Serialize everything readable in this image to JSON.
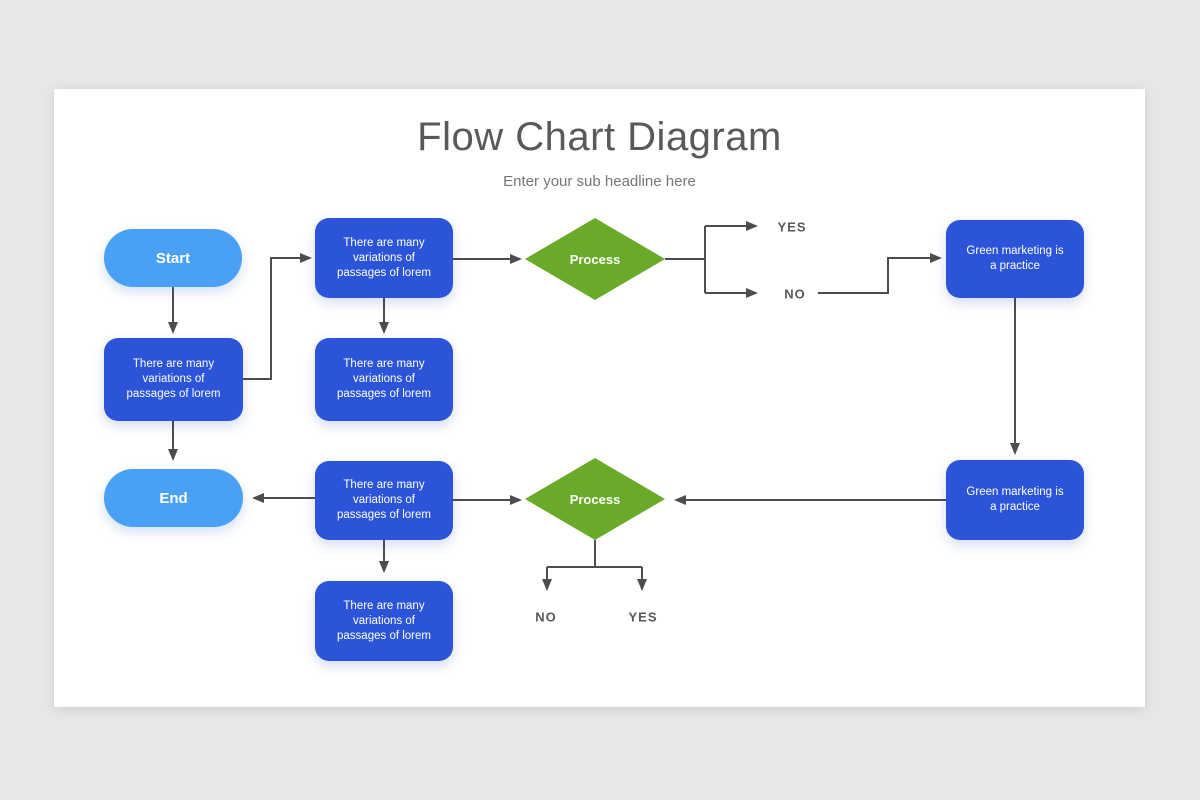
{
  "header": {
    "title": "Flow Chart Diagram",
    "subtitle": "Enter your sub headline here"
  },
  "nodes": {
    "start": {
      "label": "Start",
      "type": "terminator"
    },
    "end": {
      "label": "End",
      "type": "terminator"
    },
    "lorem_left": {
      "label": "There are many variations of passages of lorem",
      "type": "process-box"
    },
    "lorem_top": {
      "label": "There are many variations of passages of lorem",
      "type": "process-box"
    },
    "lorem_mid": {
      "label": "There are many variations of passages of lorem",
      "type": "process-box"
    },
    "lorem_row3": {
      "label": "There are many variations of passages of lorem",
      "type": "process-box"
    },
    "lorem_bottom": {
      "label": "There are many variations of passages of lorem",
      "type": "process-box"
    },
    "process_top": {
      "label": "Process",
      "type": "decision"
    },
    "process_bottom": {
      "label": "Process",
      "type": "decision"
    },
    "green_top": {
      "label": "Green marketing is a practice",
      "type": "process-box"
    },
    "green_bottom": {
      "label": "Green marketing is a practice",
      "type": "process-box"
    }
  },
  "branches": {
    "top_yes": "YES",
    "top_no": "NO",
    "bottom_no": "NO",
    "bottom_yes": "YES"
  },
  "colors": {
    "page_bg": "#e8e7e7",
    "slide_bg": "#ffffff",
    "node_blue": "#2b54d9",
    "node_light_blue": "#4aa0f4",
    "node_green": "#69aa28",
    "connector": "#4d4d4d",
    "heading": "#595959",
    "subheading": "#767676",
    "branch_label": "#58585a"
  }
}
